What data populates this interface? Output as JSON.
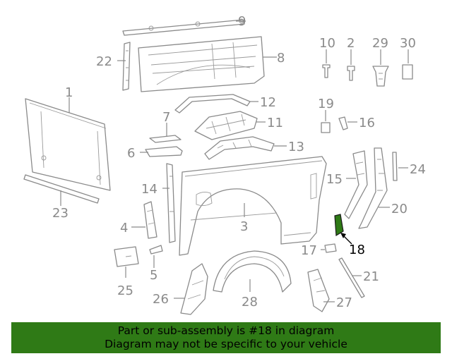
{
  "diagram": {
    "labels": {
      "p1": "1",
      "p2": "2",
      "p3": "3",
      "p4": "4",
      "p5": "5",
      "p6": "6",
      "p7": "7",
      "p8": "8",
      "p9": "9",
      "p10": "10",
      "p11": "11",
      "p12": "12",
      "p13": "13",
      "p14": "14",
      "p15": "15",
      "p16": "16",
      "p17": "17",
      "p18": "18",
      "p19": "19",
      "p20": "20",
      "p21": "21",
      "p22": "22",
      "p23": "23",
      "p24": "24",
      "p25": "25",
      "p26": "26",
      "p27": "27",
      "p28": "28",
      "p29": "29",
      "p30": "30"
    },
    "highlight_part": "18",
    "colors": {
      "line": "#8a8a8a",
      "highlight_fill": "#2f7a16",
      "label_highlight": "#000000"
    }
  },
  "banner": {
    "line1": "Part or sub-assembly is #18 in diagram",
    "line2": "Diagram may not be specific to your vehicle",
    "color": "#2f7a16"
  }
}
